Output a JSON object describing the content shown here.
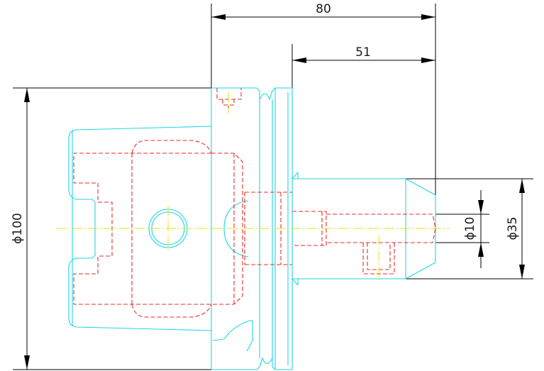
{
  "drawing": {
    "dimensions": {
      "overall_length": "80",
      "shank_length": "51",
      "flange_diameter": "ϕ100",
      "bore_diameter": "ϕ10",
      "shank_diameter": "ϕ35"
    },
    "colors": {
      "outline": "#1ed6e6",
      "hidden": "#e0302a",
      "centerline": "#e6e600",
      "dimension": "#000000"
    }
  }
}
